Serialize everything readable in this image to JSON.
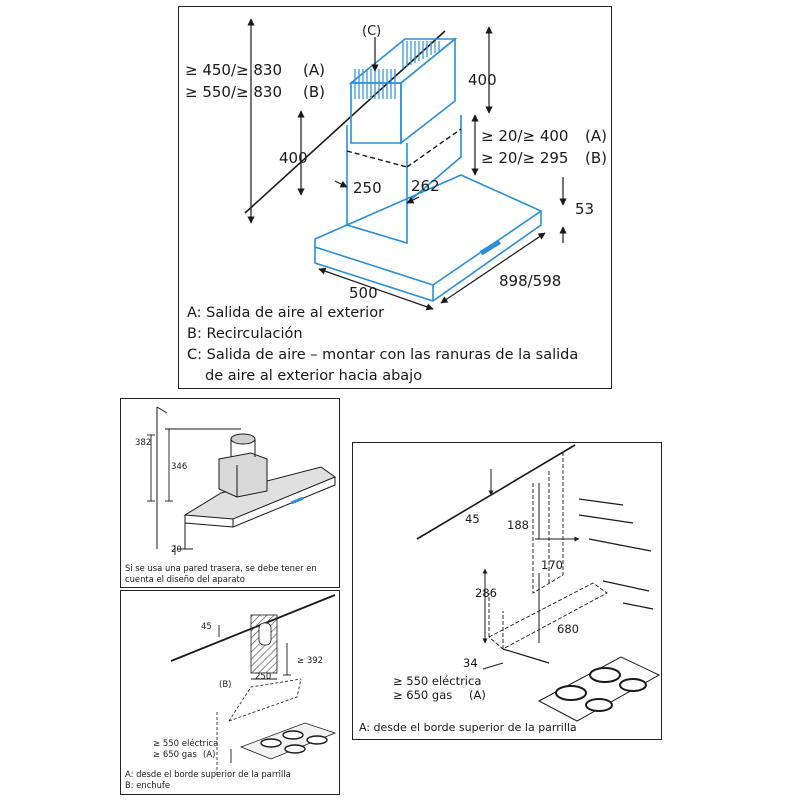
{
  "main": {
    "label_c": "(C)",
    "dim_total_a": "≥ 450/≥ 830",
    "dim_total_a_tag": "(A)",
    "dim_total_b": "≥ 550/≥ 830",
    "dim_total_b_tag": "(B)",
    "dim_chimney_top": "400",
    "dim_chimney_left": "400",
    "dim_gap_a": "≥ 20/≥ 400",
    "dim_gap_a_tag": "(A)",
    "dim_gap_b": "≥ 20/≥ 295",
    "dim_gap_b_tag": "(B)",
    "dim_width_chimney": "250",
    "dim_depth_chimney": "262",
    "dim_hood_height": "53",
    "dim_hood_width": "898/598",
    "dim_hood_depth": "500",
    "legend_a": "A: Salida de aire al exterior",
    "legend_b": "B: Recirculación",
    "legend_c_line1": "C: Salida de aire – montar con las ranuras de la salida",
    "legend_c_line2": "de aire al exterior hacia abajo"
  },
  "top_left": {
    "dim_382": "382",
    "dim_346": "346",
    "dim_20": "20",
    "caption": "Si se usa una pared trasera, se debe tener en cuenta el diseño del aparato"
  },
  "bottom_left": {
    "dim_45": "45",
    "dim_392": "≥ 392",
    "dim_250": "250",
    "label_b": "(B)",
    "dim_550": "≥ 550 eléctrica",
    "dim_650": "≥ 650 gas",
    "label_a": "(A)",
    "caption_a": "A: desde el borde superior de la parrilla",
    "caption_b": "B: enchufe"
  },
  "right": {
    "dim_45": "45",
    "dim_188": "188",
    "dim_170": "170",
    "dim_286": "286",
    "dim_680": "680",
    "dim_34": "34",
    "dim_550": "≥ 550 eléctrica",
    "dim_650": "≥ 650 gas",
    "label_a": "(A)",
    "caption": "A: desde el borde superior de la parrilla"
  },
  "colors": {
    "outline_blue": "#2a8fd6",
    "line": "#1a1a1a",
    "hatch": "#444444"
  }
}
